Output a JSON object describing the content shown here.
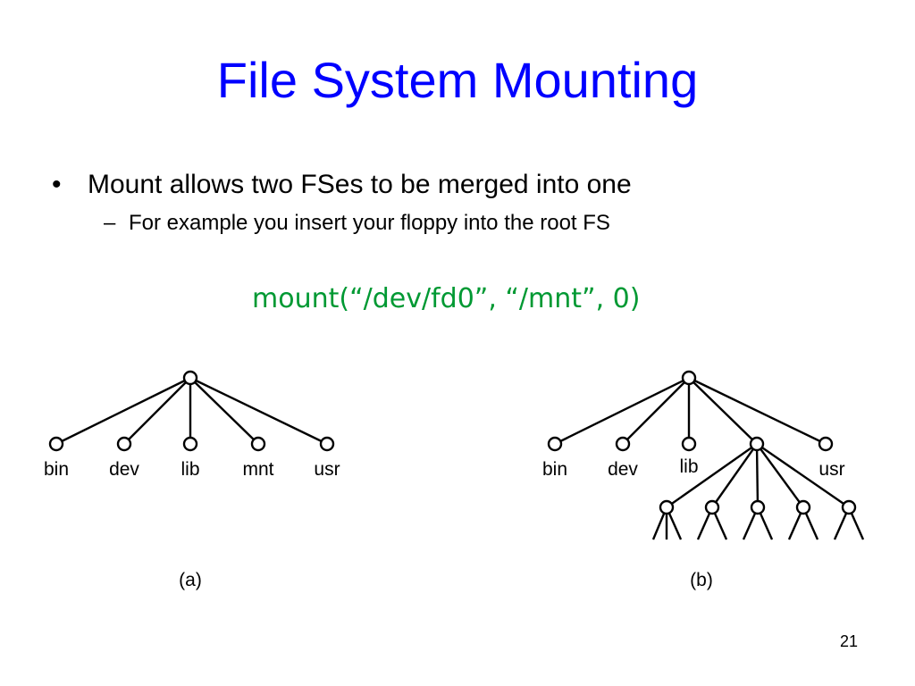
{
  "slide": {
    "title": "File System Mounting",
    "bullet": "Mount allows two FSes to be merged into one",
    "sub_bullet": "For example you insert your floppy into the root FS",
    "code": "mount(“/dev/fd0”, “/mnt”, 0)",
    "page_number": "21",
    "colors": {
      "title": "#0000ff",
      "code": "#009933",
      "text": "#000000"
    }
  },
  "diagram": {
    "tree_a": {
      "caption": "(a)",
      "children": [
        "bin",
        "dev",
        "lib",
        "mnt",
        "usr"
      ]
    },
    "tree_b": {
      "caption": "(b)",
      "children": [
        "bin",
        "dev",
        "lib",
        "",
        "usr"
      ],
      "mounted_under": "mnt",
      "mounted_subtree_nodes": 5
    }
  }
}
